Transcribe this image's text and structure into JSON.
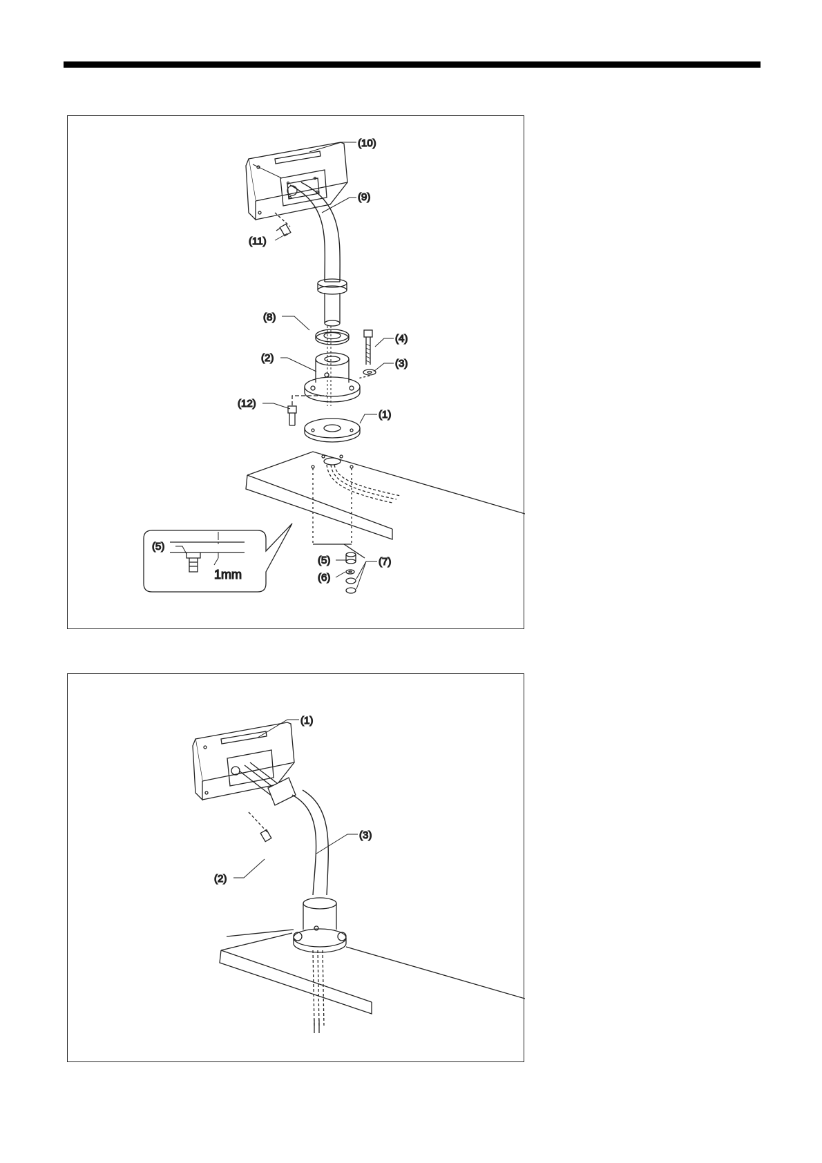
{
  "figure1": {
    "callouts": {
      "p1": "(1)",
      "p2": "(2)",
      "p3": "(3)",
      "p4": "(4)",
      "p5": "(5)",
      "p5_inset": "(5)",
      "p6": "(6)",
      "p7": "(7)",
      "p8": "(8)",
      "p9": "(9)",
      "p10": "(10)",
      "p11": "(11)",
      "p12": "(12)"
    },
    "inset_dimension": "1mm"
  },
  "figure2": {
    "callouts": {
      "p1": "(1)",
      "p2": "(2)",
      "p3": "(3)"
    }
  }
}
